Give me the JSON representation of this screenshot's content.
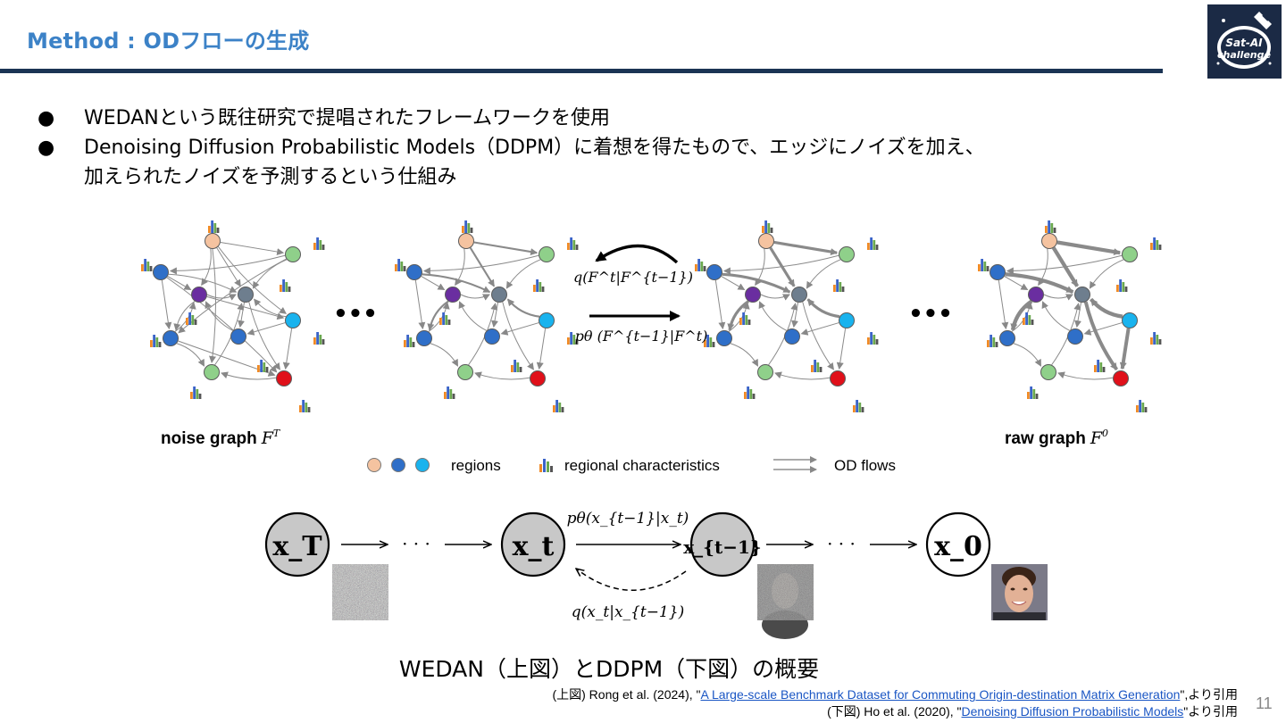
{
  "header": {
    "title": "Method : ODフローの生成",
    "logo_text_line1": "Sat-AI",
    "logo_text_line2": "challenge"
  },
  "bullets": [
    {
      "marker": "●",
      "text": "WEDANという既往研究で提唱されたフレームワークを使用"
    },
    {
      "marker": "●",
      "text": "Denoising Diffusion Probabilistic Models（DDPM）に着想を得たもので、エッジにノイズを加え、",
      "text2": "加えられたノイズを予測するという仕組み"
    }
  ],
  "figure_top": {
    "label_left": "noise graph",
    "label_left_math": "F",
    "label_left_sup": "T",
    "label_right": "raw graph",
    "label_right_math": "F",
    "label_right_sup": "0",
    "ellipsis": "•••",
    "q_label": "q(F^t|F^{t−1})",
    "p_label": "pθ (F^{t−1}|F^t)",
    "legend": {
      "regions": "regions",
      "characteristics": "regional characteristics",
      "flows": "OD flows"
    }
  },
  "figure_bottom": {
    "nodes": [
      "x_T",
      "x_t",
      "x_{t−1}",
      "x_0"
    ],
    "p_label": "pθ(x_{t−1}|x_t)",
    "q_label": "q(x_t|x_{t−1})",
    "dots": "· · ·"
  },
  "caption": "WEDAN（上図）とDDPM（下図）の概要",
  "references": [
    {
      "prefix": "(上図) Rong et al. (2024), \"",
      "link": "A Large-scale Benchmark Dataset for Commuting Origin-destination Matrix Generation",
      "suffix": "\",より引用"
    },
    {
      "prefix": "(下図) Ho et al. (2020), \"",
      "link": "Denoising Diffusion Probabilistic Models",
      "suffix": "\"より引用"
    }
  ],
  "page_number": "11",
  "colors": {
    "title": "#3c82c7",
    "rule": "#1b3454",
    "node_blue": "#2f6fc8",
    "node_purple": "#6a2ea0",
    "node_gray": "#6e7e8e",
    "node_cyan": "#19b3ee",
    "node_green": "#8fd08a",
    "node_red": "#e0101a",
    "node_peach": "#f5c3a0"
  }
}
